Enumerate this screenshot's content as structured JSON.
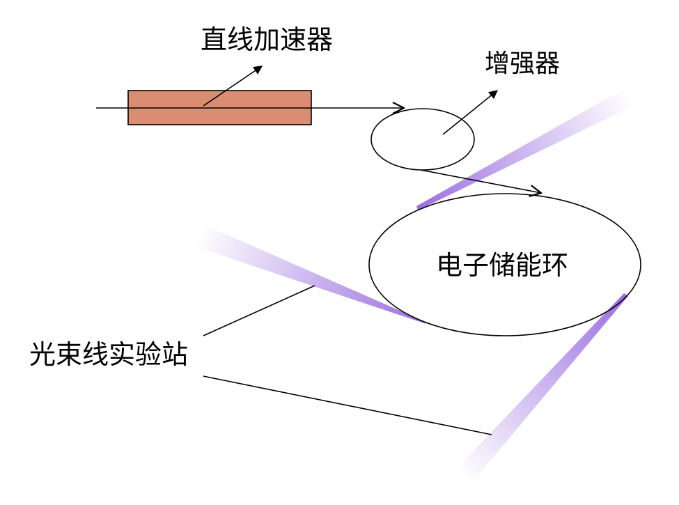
{
  "labels": {
    "linac": "直线加速器",
    "booster": "增强器",
    "storage_ring": "电子储能环",
    "beamline_station": "光束线实验站"
  },
  "colors": {
    "linac_fill": "#DB8D71",
    "outline": "#000000",
    "beam_strong": "#9A6FE0",
    "beam_fade": "#FFFFFF"
  }
}
